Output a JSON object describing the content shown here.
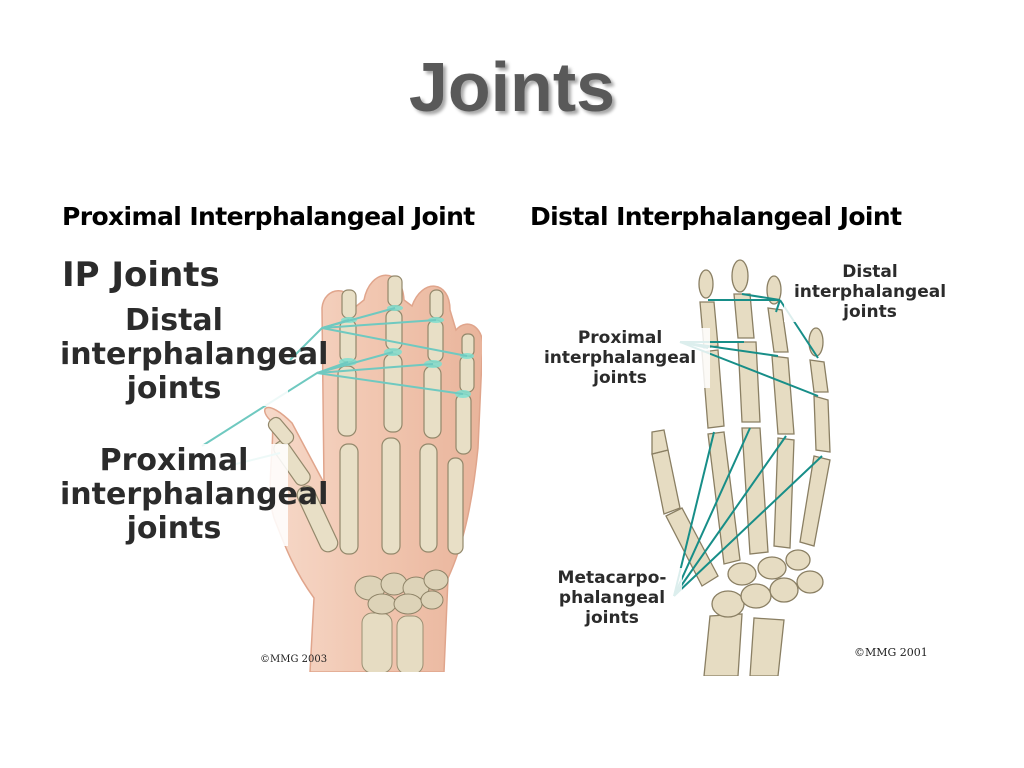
{
  "slide": {
    "title": "Joints"
  },
  "captions": {
    "left": "Proximal Interphalangeal Joint",
    "right": "Distal Interphalangeal Joint"
  },
  "left_figure": {
    "heading": "IP Joints",
    "distal_label": [
      "Distal",
      "interphalangeal",
      "joints"
    ],
    "proximal_label": [
      "Proximal",
      "interphalangeal",
      "joints"
    ],
    "copyright": "©MMG 2003"
  },
  "right_figure": {
    "distal_label": [
      "Distal",
      "interphalangeal",
      "joints"
    ],
    "proximal_label": [
      "Proximal",
      "interphalangeal",
      "joints"
    ],
    "mcp_label": [
      "Metacarpo-",
      "phalangeal",
      "joints"
    ],
    "copyright": "©MMG 2001"
  },
  "colors": {
    "title": "#595959",
    "pointer_lines": "#1a8a85",
    "bone": "#e6dcc2",
    "skin": "#f0c8b4"
  }
}
